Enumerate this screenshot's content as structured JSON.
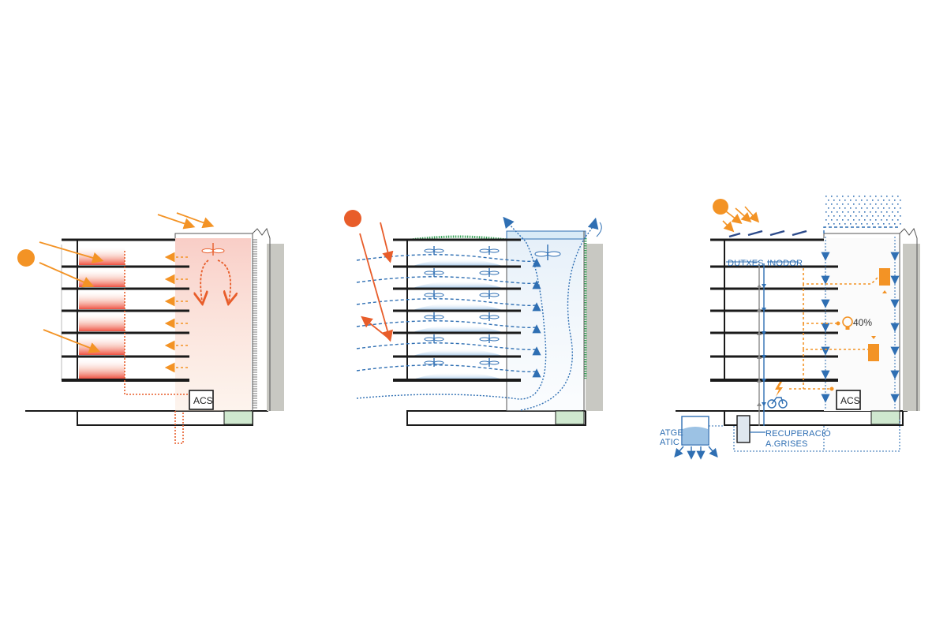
{
  "colors": {
    "slab": "#1a1a1a",
    "sun": "#f39325",
    "sun_red": "#e85d2a",
    "heat_arrow": "#f39325",
    "heat_glow": "#f06a6a",
    "air_flow": "#2f6fb3",
    "water": "#2f6fb3",
    "grey_water": "#8a8a8a",
    "green_roof": "#3aa35a",
    "ground_patch": "#cfe8cf",
    "neighbour": "#c8c8c2"
  },
  "panels": [
    {
      "id": "heating",
      "label_acs": "ACS",
      "icons": [
        "sun-icon",
        "fan-icon"
      ]
    },
    {
      "id": "ventilation",
      "icons": [
        "sun-icon",
        "ceiling-fan-icon",
        "exhaust-arrow-icon"
      ]
    },
    {
      "id": "water-energy",
      "label_acs": "ACS",
      "label_dutxes": "DUTXES",
      "label_inodor": "INODOR",
      "label_recuperacio_1": "RECUPERACIÓ",
      "label_recuperacio_2": "A.GRISES",
      "label_tank_1": "ATGE",
      "label_tank_2": "ATIC",
      "label_percent": "40%",
      "icons": [
        "sun-icon",
        "bulb-icon",
        "lightning-icon",
        "bicycle-icon",
        "rain-icon",
        "tank-icon"
      ]
    }
  ]
}
